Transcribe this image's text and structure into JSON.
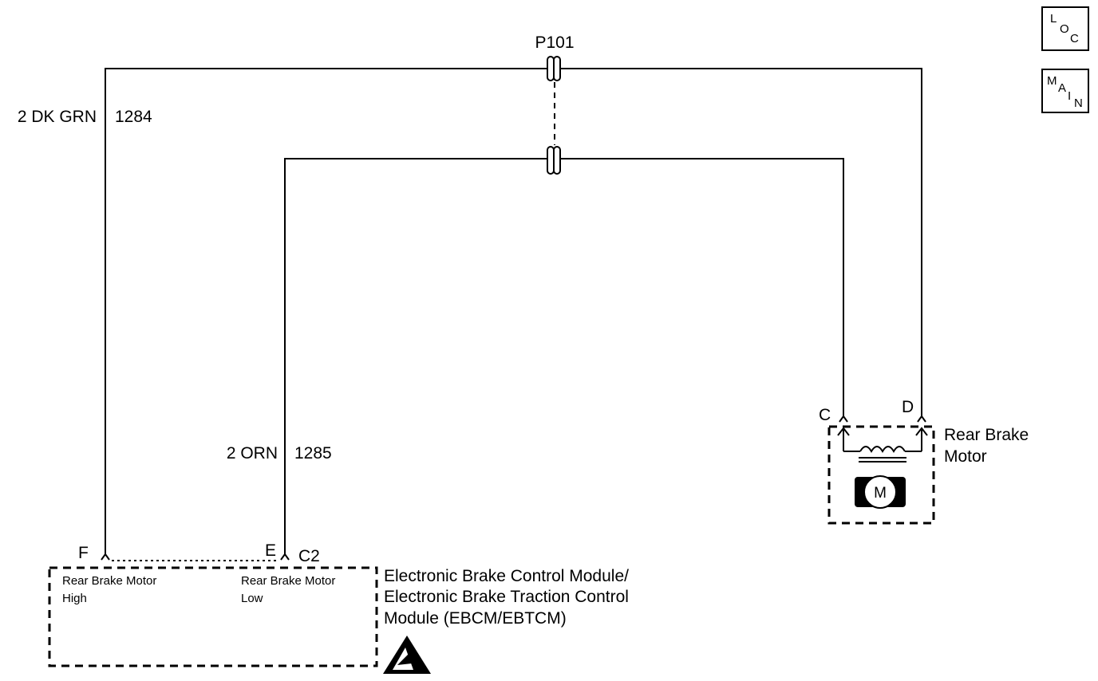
{
  "connector_top": "P101",
  "wires": {
    "high": {
      "color_label": "2 DK GRN",
      "circuit": "1284"
    },
    "low": {
      "color_label": "2 ORN",
      "circuit": "1285"
    }
  },
  "module": {
    "pin_high": "F",
    "pin_low": "E",
    "connector": "C2",
    "label_high_line1": "Rear Brake Motor",
    "label_high_line2": "High",
    "label_low_line1": "Rear Brake Motor",
    "label_low_line2": "Low",
    "name_line1": "Electronic Brake Control Module/",
    "name_line2": "Electronic Brake Traction Control",
    "name_line3": "Module (EBCM/EBTCM)"
  },
  "motor": {
    "pin_c": "C",
    "pin_d": "D",
    "name_line1": "Rear Brake",
    "name_line2": "Motor",
    "symbol": "M"
  },
  "nav": {
    "loc": {
      "l1": "L",
      "l2": "O",
      "l3": "C"
    },
    "main": {
      "l1": "M",
      "l2": "A",
      "l3": "I",
      "l4": "N"
    }
  }
}
